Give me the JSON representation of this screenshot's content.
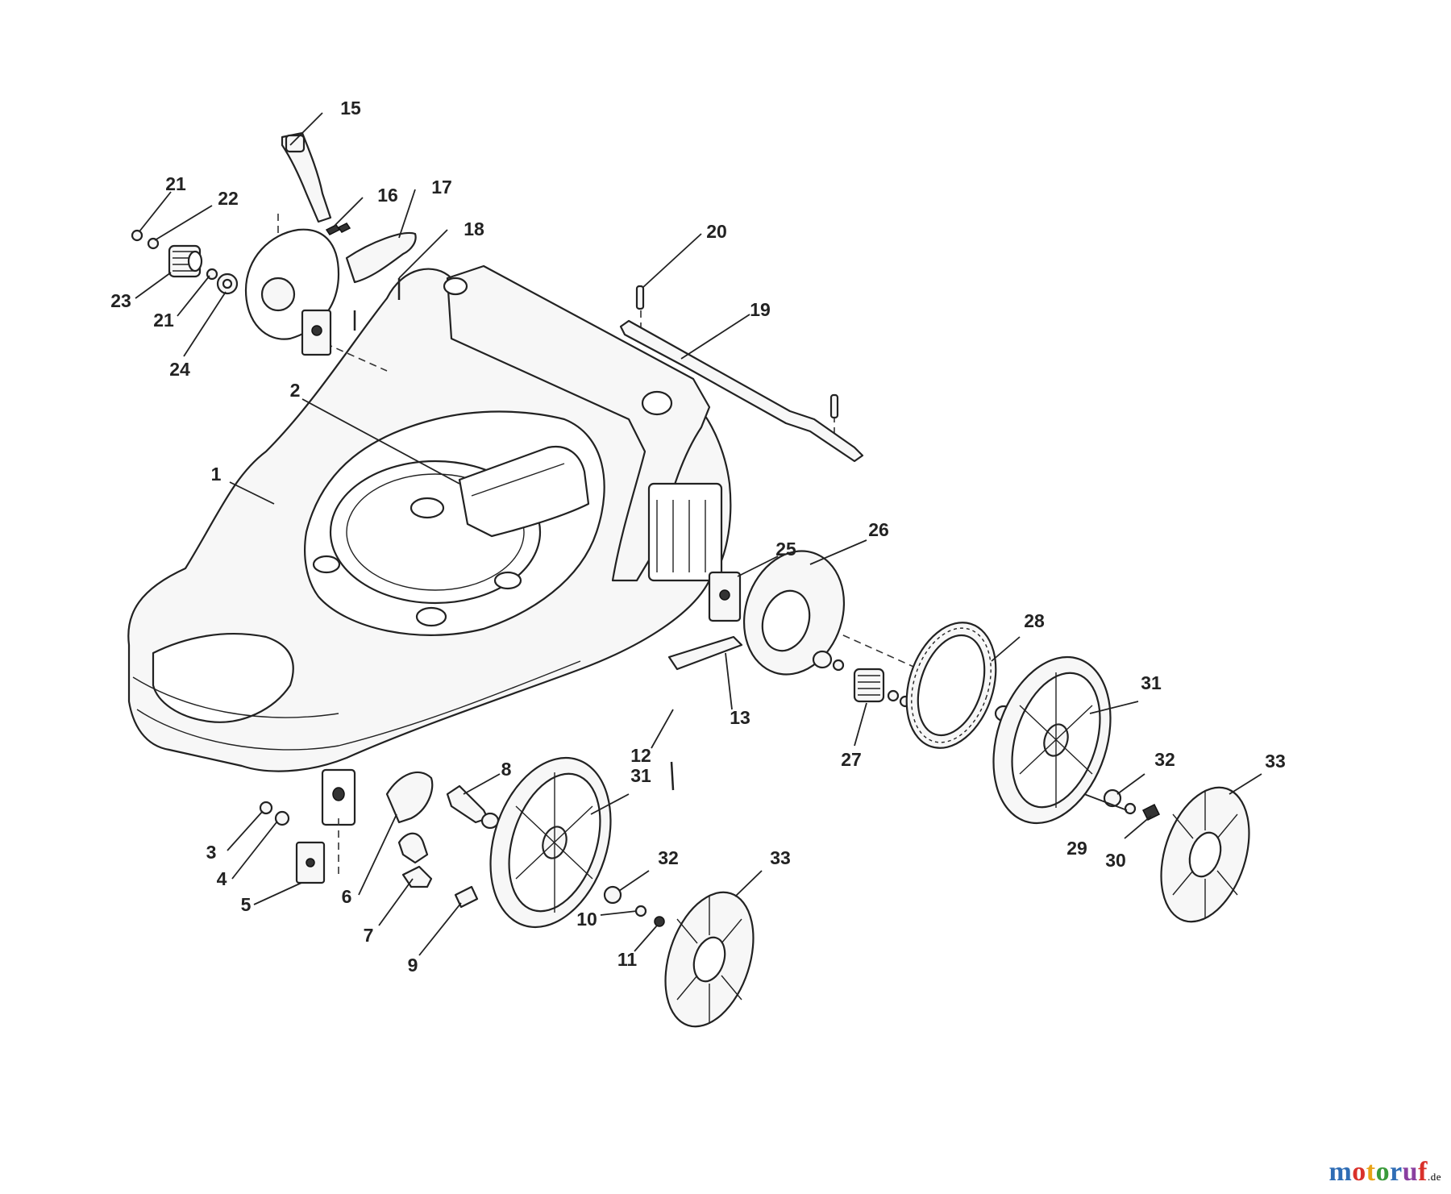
{
  "callouts": [
    {
      "id": "c1",
      "label": "1"
    },
    {
      "id": "c2",
      "label": "2"
    },
    {
      "id": "c3",
      "label": "3"
    },
    {
      "id": "c4",
      "label": "4"
    },
    {
      "id": "c5",
      "label": "5"
    },
    {
      "id": "c6",
      "label": "6"
    },
    {
      "id": "c7",
      "label": "7"
    },
    {
      "id": "c8",
      "label": "8"
    },
    {
      "id": "c9",
      "label": "9"
    },
    {
      "id": "c10",
      "label": "10"
    },
    {
      "id": "c11",
      "label": "11"
    },
    {
      "id": "c12",
      "label": "12"
    },
    {
      "id": "c13",
      "label": "13"
    },
    {
      "id": "c15",
      "label": "15"
    },
    {
      "id": "c16",
      "label": "16"
    },
    {
      "id": "c17",
      "label": "17"
    },
    {
      "id": "c18",
      "label": "18"
    },
    {
      "id": "c19",
      "label": "19"
    },
    {
      "id": "c20",
      "label": "20"
    },
    {
      "id": "c21a",
      "label": "21"
    },
    {
      "id": "c21b",
      "label": "21"
    },
    {
      "id": "c22",
      "label": "22"
    },
    {
      "id": "c23",
      "label": "23"
    },
    {
      "id": "c24",
      "label": "24"
    },
    {
      "id": "c25",
      "label": "25"
    },
    {
      "id": "c26",
      "label": "26"
    },
    {
      "id": "c27",
      "label": "27"
    },
    {
      "id": "c28",
      "label": "28"
    },
    {
      "id": "c29",
      "label": "29"
    },
    {
      "id": "c30",
      "label": "30"
    },
    {
      "id": "c31a",
      "label": "31"
    },
    {
      "id": "c31b",
      "label": "31"
    },
    {
      "id": "c32a",
      "label": "32"
    },
    {
      "id": "c32b",
      "label": "32"
    },
    {
      "id": "c33a",
      "label": "33"
    },
    {
      "id": "c33b",
      "label": "33"
    }
  ],
  "watermark": {
    "text": "motoruf",
    "suffix": ".de",
    "letter_colors": [
      "#2f6db5",
      "#d9312b",
      "#e8a317",
      "#3a9a3a",
      "#2f6db5",
      "#8a3fa0",
      "#d9312b"
    ]
  }
}
